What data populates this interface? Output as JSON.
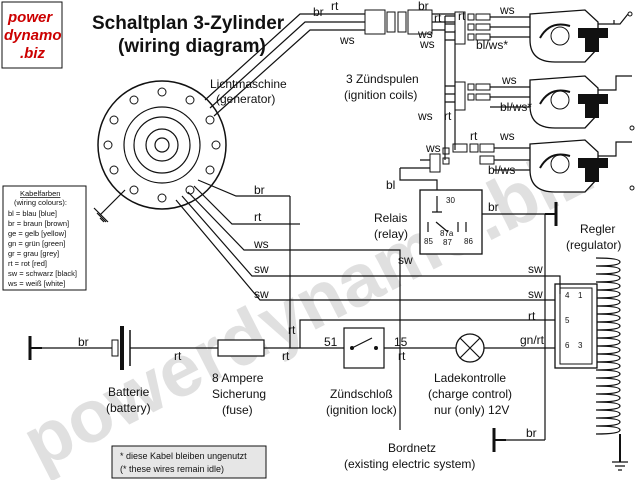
{
  "logo": {
    "line1": "power",
    "line2": "dynamo",
    "line3": ".biz",
    "color": "#cc0000"
  },
  "title": {
    "line1": "Schaltplan 3-Zylinder",
    "line2": "(wiring diagram)"
  },
  "generator": {
    "label": "Lichtmaschine",
    "sub": "(generator)"
  },
  "coils": {
    "label": "3 Zündspulen",
    "sub": "(ignition coils)"
  },
  "relay": {
    "label": "Relais",
    "sub": "(relay)",
    "terminals": [
      "30",
      "85",
      "87a",
      "87",
      "86"
    ]
  },
  "regulator": {
    "label": "Regler",
    "sub": "(regulator)",
    "terminals": [
      "4",
      "1",
      "5",
      "6",
      "3"
    ]
  },
  "battery": {
    "label": "Batterie",
    "sub": "(battery)"
  },
  "fuse": {
    "label": "8 Ampere",
    "label2": "Sicherung",
    "sub": "(fuse)"
  },
  "ignition_lock": {
    "label": "Zündschloß",
    "sub": "(ignition lock)",
    "terminal_in": "51",
    "terminal_out": "15"
  },
  "charge_lamp": {
    "label": "Ladekontrolle",
    "sub": "(charge control)",
    "sub2": "nur (only) 12V"
  },
  "bordnetz": {
    "label": "Bordnetz",
    "sub": "(existing electric system)"
  },
  "note": {
    "line1": "* diese Kabel bleiben ungenutzt",
    "line2": "(* these wires remain idle)"
  },
  "legend": {
    "title": "Kabelfarben",
    "subtitle": "(wiring colours):",
    "rows": [
      "bl = blau [blue]",
      "br = braun [brown]",
      "ge = gelb [yellow]",
      "gn = grün [green]",
      "gr = grau [grey]",
      "rt = rot [red]",
      "sw = schwarz [black]",
      "ws = weiß [white]"
    ]
  },
  "wire_labels": {
    "br_top": "br",
    "rt_top": "rt",
    "ws_top": "ws",
    "br_top2": "br",
    "rt_top2": "rt",
    "ws_top2": "ws",
    "ws_c1a": "ws",
    "rt_c1": "rt",
    "ws_c1": "ws",
    "blws_c1": "bl/ws*",
    "ws_c2a": "ws",
    "rt_c2": "rt",
    "ws_c2": "ws",
    "blws_c2": "bl/ws*",
    "ws_c3a": "ws",
    "rt_c3": "rt",
    "ws_c3": "ws",
    "blws_c3": "bl/ws",
    "bl_relay": "bl",
    "br_relay": "br",
    "br_gen": "br",
    "rt_gen": "rt",
    "ws_gen": "ws",
    "sw_gen1": "sw",
    "sw_gen2": "sw",
    "sw_reg1": "sw",
    "sw_reg2": "sw",
    "sw_mid": "sw",
    "rt_reg": "rt",
    "rt_mid": "rt",
    "rt_mid2": "rt",
    "br_batt": "br",
    "rt_batt": "rt",
    "rt_fuse": "rt",
    "gnrt": "gn/rt",
    "br_ground": "br"
  },
  "watermark": "powerdynamo.biz"
}
